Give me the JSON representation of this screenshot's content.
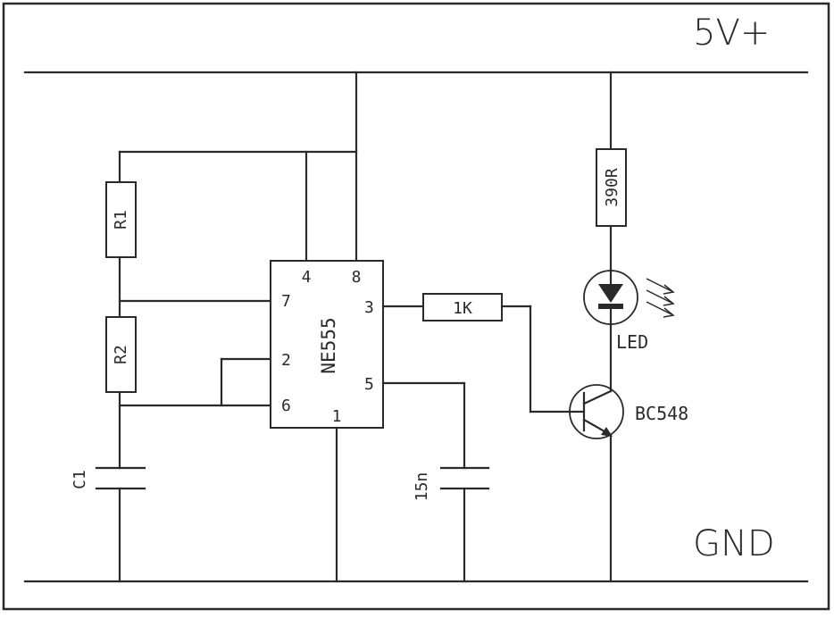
{
  "rails": {
    "vcc_label": "5V+",
    "gnd_label": "GND"
  },
  "ic": {
    "name": "NE555",
    "pins": {
      "p4": "4",
      "p8": "8",
      "p7": "7",
      "p3": "3",
      "p2": "2",
      "p5": "5",
      "p6": "6",
      "p1": "1"
    }
  },
  "components": {
    "r1": "R1",
    "r2": "R2",
    "c1": "C1",
    "c_control": "15n",
    "r_base": "1K",
    "r_led": "390R",
    "led": "LED",
    "transistor": "BC548"
  },
  "colors": {
    "ink": "#2a2a2a",
    "background": "#ffffff"
  }
}
